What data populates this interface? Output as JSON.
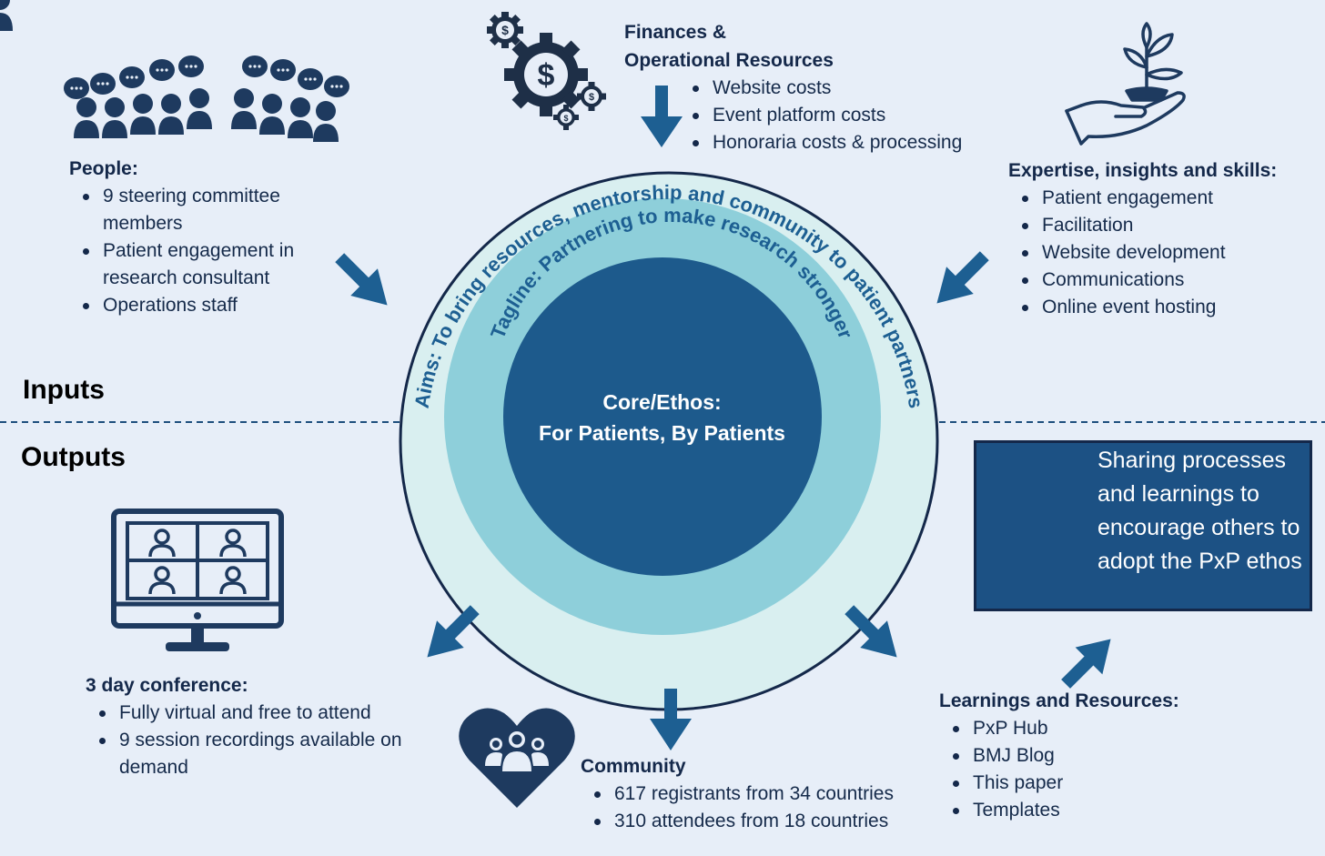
{
  "colors": {
    "background": "#e7eef8",
    "dark_navy": "#14284a",
    "arrow_blue": "#1d5f92",
    "core_blue": "#1d5a8c",
    "tagline_ring": "#8ecfda",
    "aims_ring": "#d9eff0",
    "share_box": "#1c5184"
  },
  "section_labels": {
    "inputs": "Inputs",
    "outputs": "Outputs"
  },
  "inputs": {
    "people": {
      "heading": "People:",
      "items": [
        "9 steering committee members",
        "Patient engagement in research consultant",
        "Operations staff"
      ]
    },
    "finances": {
      "heading_line1": "Finances &",
      "heading_line2": "Operational Resources",
      "items": [
        "Website costs",
        "Event platform costs",
        "Honoraria costs & processing"
      ]
    },
    "expertise": {
      "heading": "Expertise, insights and skills:",
      "items": [
        "Patient engagement",
        "Facilitation",
        "Website development",
        "Communications",
        "Online event hosting"
      ]
    }
  },
  "center": {
    "aims": "Aims: To bring resources, mentorship and community to patient partners",
    "tagline": "Tagline: Partnering to make research stronger",
    "core_line1": "Core/Ethos:",
    "core_line2": "For Patients, By Patients"
  },
  "outputs": {
    "conference": {
      "heading": "3 day conference:",
      "items": [
        "Fully virtual and free to attend",
        "9 session recordings available on demand"
      ]
    },
    "community": {
      "heading": "Community",
      "items": [
        "617 registrants from 34 countries",
        "310 attendees from 18 countries"
      ]
    },
    "learnings": {
      "heading": "Learnings and Resources:",
      "items": [
        "PxP Hub",
        "BMJ Blog",
        "This paper",
        "Templates"
      ]
    },
    "sharing": {
      "text": "Sharing processes and learnings to encourage others to adopt the PxP ethos"
    }
  },
  "icons": [
    "people-group-icon",
    "gears-dollar-icon",
    "hand-plant-icon",
    "monitor-video-call-icon",
    "heart-community-icon",
    "globe-icon"
  ]
}
